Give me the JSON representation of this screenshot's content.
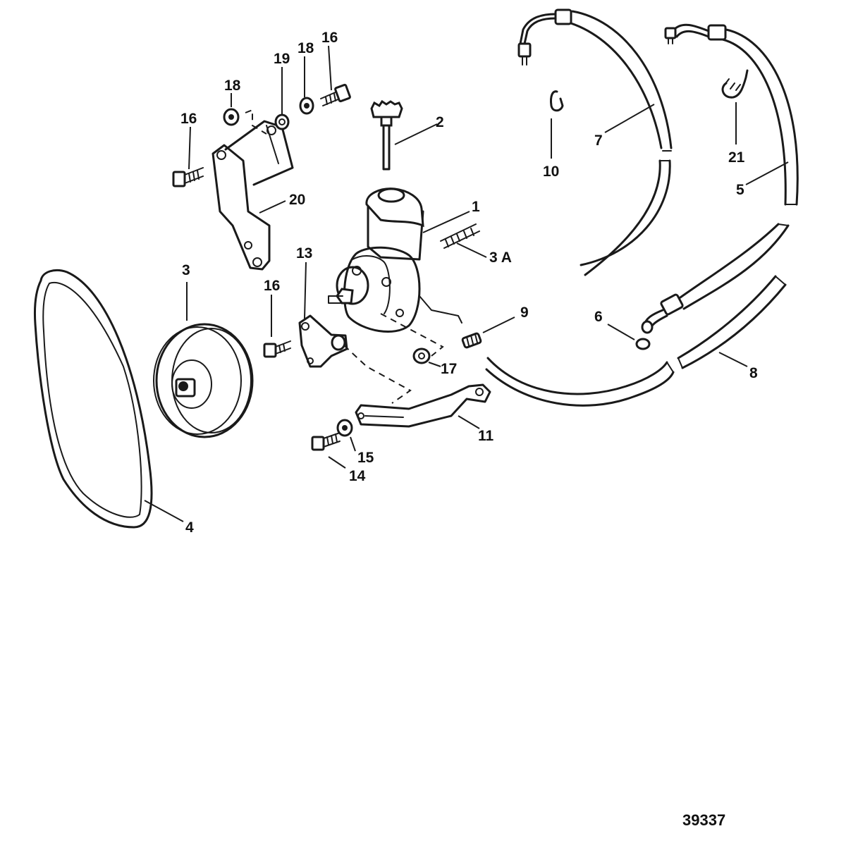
{
  "callouts": {
    "c1": "1",
    "c2": "2",
    "c3": "3",
    "c3a": "3 A",
    "c4": "4",
    "c5": "5",
    "c6": "6",
    "c7": "7",
    "c8": "8",
    "c9": "9",
    "c10": "10",
    "c11": "11",
    "c13": "13",
    "c14": "14",
    "c15": "15",
    "c16a": "16",
    "c16b": "16",
    "c16c": "16",
    "c17": "17",
    "c18a": "18",
    "c18b": "18",
    "c19": "19",
    "c20": "20",
    "c21": "21"
  },
  "figure_number": "39337"
}
